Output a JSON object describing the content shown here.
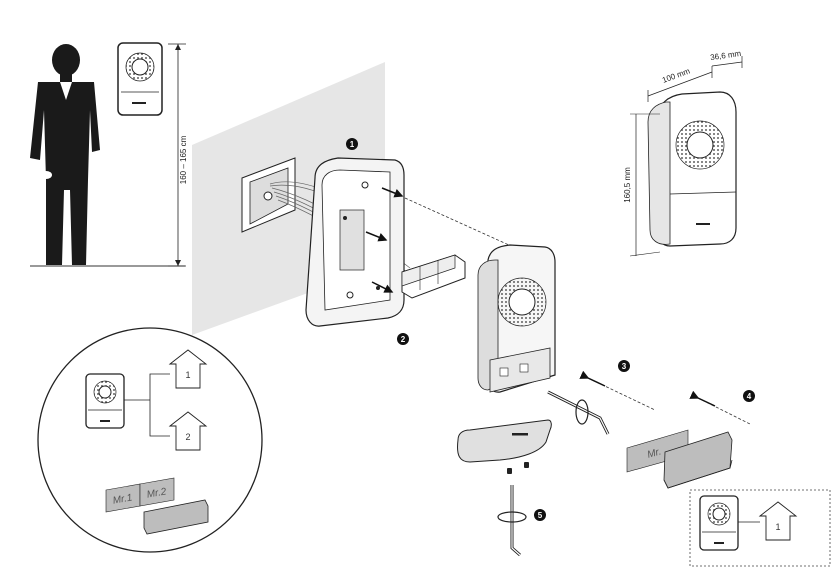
{
  "dimensions": {
    "height_range": "160 – 165 cm",
    "width": "100 mm",
    "depth": "36,6 mm",
    "height": "160,5 mm"
  },
  "steps": [
    "1",
    "2",
    "3",
    "4",
    "5"
  ],
  "name_tags": {
    "single": "Mr.",
    "first": "Mr.1",
    "second": "Mr.2"
  },
  "call_buttons": {
    "one": "1",
    "two": "2",
    "inset": "1"
  },
  "colors": {
    "wall": "#e6e6e6",
    "person": "#1a1a1a",
    "step_badge": "#111111",
    "tag_grey": "#bdbdbd"
  },
  "icons": [
    "person-silhouette",
    "doorbell-panel-icon",
    "screw-icon",
    "allen-key-icon",
    "rotate-arrow-icon",
    "house-arrow-icon"
  ]
}
